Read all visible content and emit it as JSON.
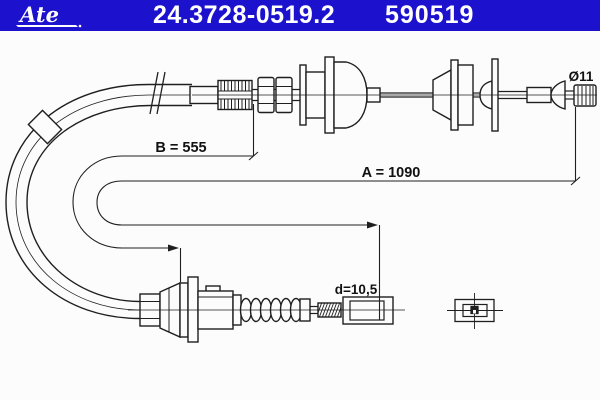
{
  "header": {
    "logo_text": "Ate",
    "part_number": "24.3728-0519.2",
    "reference_number": "590519",
    "background_color": "#1c12cd",
    "text_color": "#ffffff"
  },
  "diagram": {
    "background_color": "#fcfcfc",
    "line_color": "#1f1f1f",
    "dimension_b_label": "B = 555",
    "dimension_a_label": "A = 1090",
    "dimension_d_label": "d=10,5",
    "diameter_label": "Ø11"
  }
}
